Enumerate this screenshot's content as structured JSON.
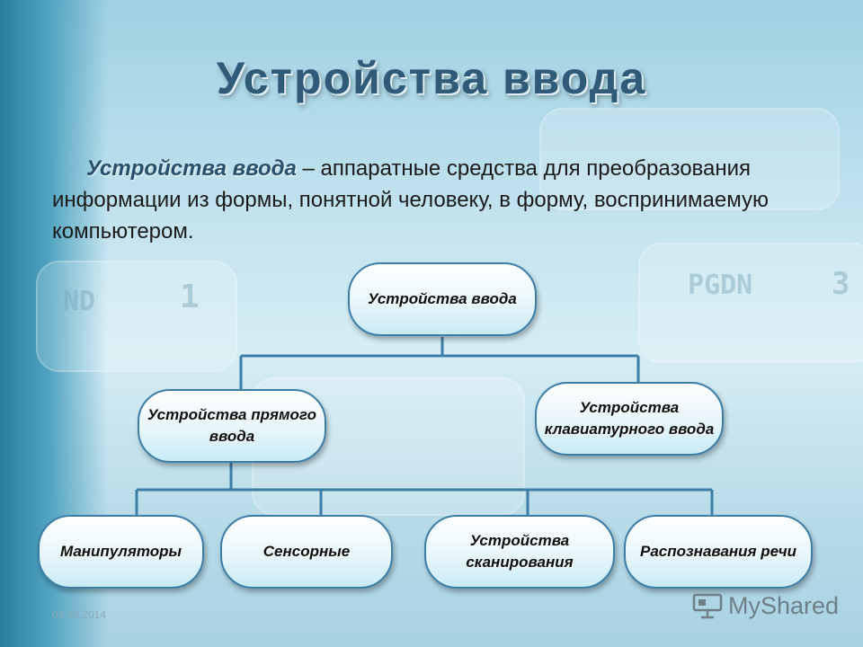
{
  "title": "Устройства ввода",
  "definition": {
    "term": "Устройства ввода",
    "rest": " – аппаратные средства для преобразования информации из формы, понятной человеку, в форму, воспринимаемую компьютером."
  },
  "diagram": {
    "root": "Устройства ввода",
    "level1": {
      "direct": "Устройства прямого ввода",
      "keyboard": "Устройства клавиатурного ввода"
    },
    "level2": {
      "manipulators": "Манипуляторы",
      "sensor": "Сенсорные",
      "scanning": "Устройства сканирования",
      "speech": "Распознавания речи"
    }
  },
  "background_keys": [
    "ND",
    "1",
    "PGDN",
    "3"
  ],
  "footer": {
    "date": "04.03.2014",
    "logo": "MyShared"
  },
  "colors": {
    "title": "#2f5b78",
    "node_border": "#3d7ea8",
    "connector": "#3d7ea8"
  },
  "icons": {
    "logo": "presentation-board-icon"
  }
}
